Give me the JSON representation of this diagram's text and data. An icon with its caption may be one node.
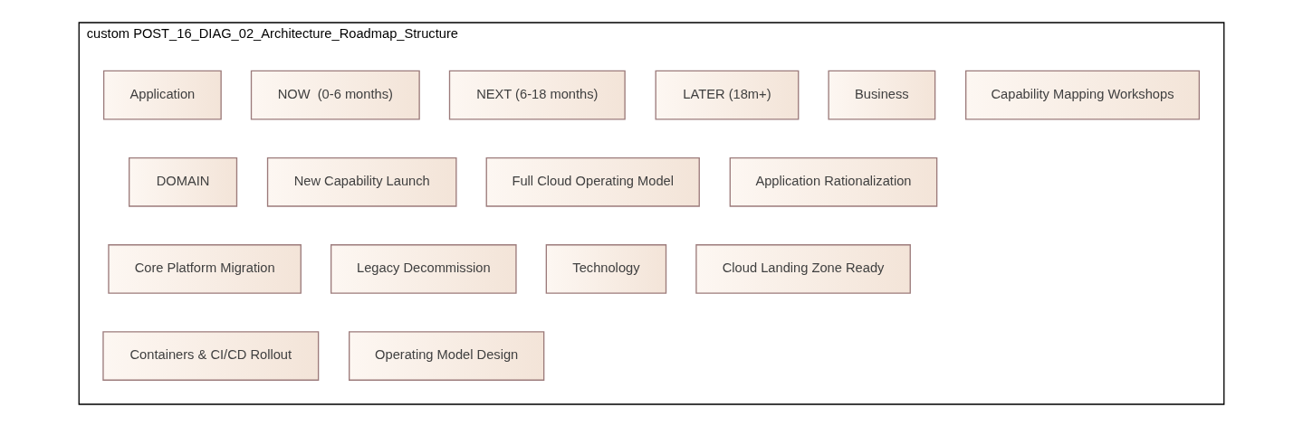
{
  "diagram": {
    "nodes": [
      {
        "text": [
          "custom POST_16_DIAG_02_Architecture_Roadmap_Structure"
        ]
      },
      {
        "text": [
          "Application"
        ],
        "in": 0
      },
      {
        "text": [
          "NOW  (0-6 months)"
        ],
        "in": 0
      },
      {
        "text": [
          "NEXT (6-18 months)"
        ],
        "in": 0
      },
      {
        "text": [
          "LATER (18m+)"
        ],
        "in": 0
      },
      {
        "text": [
          "Business"
        ],
        "in": 0
      },
      {
        "text": [
          "Capability Mapping Workshops"
        ],
        "in": 0
      },
      {
        "text": [
          "DOMAIN"
        ],
        "in": 0
      },
      {
        "text": [
          "New Capability Launch"
        ],
        "in": 0
      },
      {
        "text": [
          "Full Cloud Operating Model"
        ],
        "in": 0
      },
      {
        "text": [
          "Application Rationalization"
        ],
        "in": 0
      },
      {
        "text": [
          "Core Platform Migration"
        ],
        "in": 0
      },
      {
        "text": [
          "Legacy Decommission"
        ],
        "in": 0
      },
      {
        "text": [
          "Technology"
        ],
        "in": 0
      },
      {
        "text": [
          "Cloud Landing Zone Ready"
        ],
        "in": 0
      },
      {
        "text": [
          "Containers & CI/CD Rollout"
        ],
        "in": 0
      },
      {
        "text": [
          "Operating Model Design"
        ],
        "in": 0
      }
    ],
    "edges": []
  }
}
